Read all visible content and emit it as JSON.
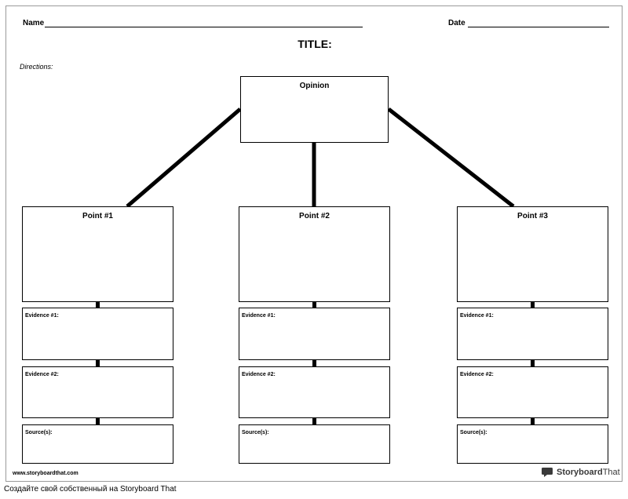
{
  "header": {
    "name_label": "Name",
    "date_label": "Date"
  },
  "title": "TITLE:",
  "directions": "Directions:",
  "opinion": {
    "label": "Opinion"
  },
  "points": [
    {
      "label": "Point #1",
      "evidence1": "Evidence #1:",
      "evidence2": "Evidence #2:",
      "sources": "Source(s):"
    },
    {
      "label": "Point #2",
      "evidence1": "Evidence #1:",
      "evidence2": "Evidence #2:",
      "sources": "Source(s):"
    },
    {
      "label": "Point #3",
      "evidence1": "Evidence #1:",
      "evidence2": "Evidence #2:",
      "sources": "Source(s):"
    }
  ],
  "footer_url": "www.storyboardthat.com",
  "logo": {
    "part1": "Storyboard",
    "part2": "That",
    "icon": "speech-bubble-icon"
  },
  "bottom_text": "Создайте свой собственный на Storyboard That"
}
